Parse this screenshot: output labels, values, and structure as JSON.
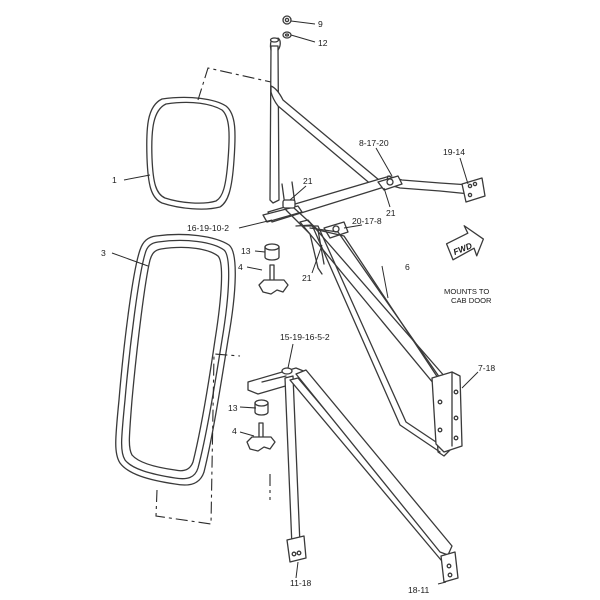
{
  "callouts": {
    "c1": "1",
    "c3": "3",
    "c4_upper": "4",
    "c4_lower": "4",
    "c6": "6",
    "c7_18": "7-18",
    "c8_17_20": "8-17-20",
    "c9": "9",
    "c11_18": "11-18",
    "c12": "12",
    "c13_upper": "13",
    "c13_lower": "13",
    "c15_19_16_5_2": "15-19-16-5-2",
    "c16_19_10_2": "16-19-10-2",
    "c18_11": "18-11",
    "c19_14": "19-14",
    "c20_17_8": "20-17-8",
    "c21_a": "21",
    "c21_b": "21",
    "c21_c": "21"
  },
  "fwd_label": "FWD",
  "mount_note": {
    "line1": "MOUNTS TO",
    "line2": "CAB DOOR"
  }
}
